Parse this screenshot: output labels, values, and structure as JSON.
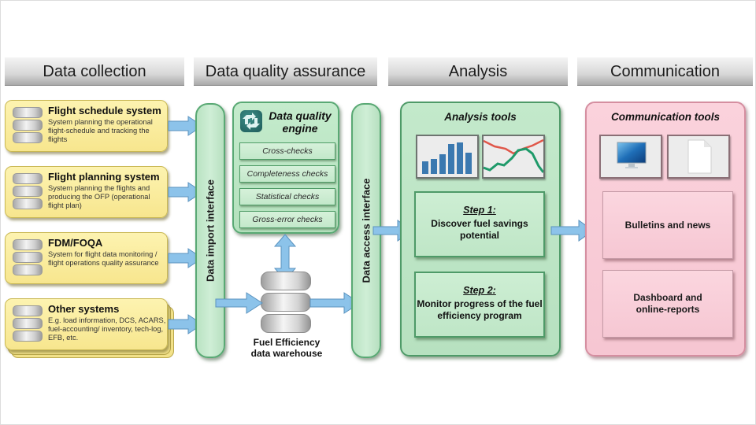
{
  "headers": {
    "collection": "Data collection",
    "quality": "Data quality assurance",
    "analysis": "Analysis",
    "communication": "Communication"
  },
  "sources": [
    {
      "title": "Flight schedule system",
      "desc": "System planning the operational flight-schedule and tracking the flights"
    },
    {
      "title": "Flight planning system",
      "desc": "System planning the flights and producing the OFP (operational flight plan)"
    },
    {
      "title": "FDM/FOQA",
      "desc": "System for flight data monitoring / flight operations quality assurance"
    },
    {
      "title": "Other systems",
      "desc": "E.g. load information, DCS, ACARS, fuel-accounting/ inventory, tech-log, EFB, etc."
    }
  ],
  "interfaces": {
    "import": "Data import interface",
    "access": "Data access interface"
  },
  "quality_engine": {
    "title": "Data quality engine",
    "checks": [
      "Cross-checks",
      "Completeness checks",
      "Statistical checks",
      "Gross-error checks"
    ]
  },
  "warehouse": {
    "label_line1": "Fuel Efficiency",
    "label_line2": "data warehouse"
  },
  "analysis": {
    "title": "Analysis tools",
    "icons": [
      "bar-chart-icon",
      "line-chart-icon"
    ],
    "steps": [
      {
        "head": "Step 1:",
        "text": "Discover fuel savings potential"
      },
      {
        "head": "Step 2:",
        "text": "Monitor progress of the fuel efficiency program"
      }
    ]
  },
  "communication": {
    "title": "Communication tools",
    "icons": [
      "monitor-icon",
      "document-icon"
    ],
    "items": [
      "Bulletins and news",
      "Dashboard and online-reports"
    ]
  },
  "colors": {
    "source_fill": "#f7e68e",
    "interface_fill": "#c3e9cb",
    "interface_border": "#4e9a68",
    "communication_fill": "#f6c6d2",
    "arrow": "#8cc3ea",
    "bar": "#3b79b0",
    "line_red": "#e0574a",
    "line_green": "#1f9a6a"
  }
}
